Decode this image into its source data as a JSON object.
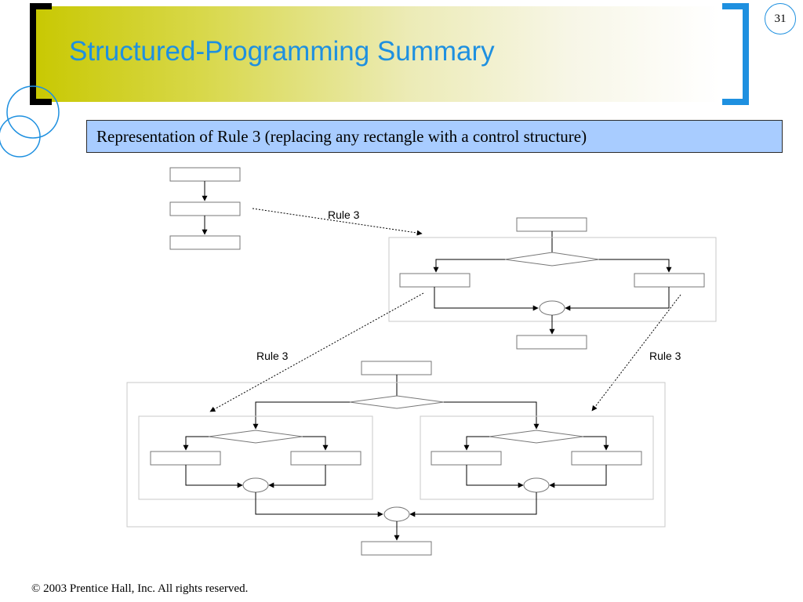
{
  "slide": {
    "title": "Structured-Programming Summary",
    "number": "31",
    "subtitle": "Representation of Rule 3 (replacing any rectangle with a control structure)",
    "copyright": "© 2003 Prentice Hall, Inc.  All rights reserved."
  },
  "diagram": {
    "rule_labels": [
      "Rule 3",
      "Rule 3",
      "Rule 3"
    ]
  },
  "colors": {
    "title": "#1e90e0",
    "accent_bracket": "#1e90e0",
    "subtitle_fill": "#a8ccff"
  }
}
